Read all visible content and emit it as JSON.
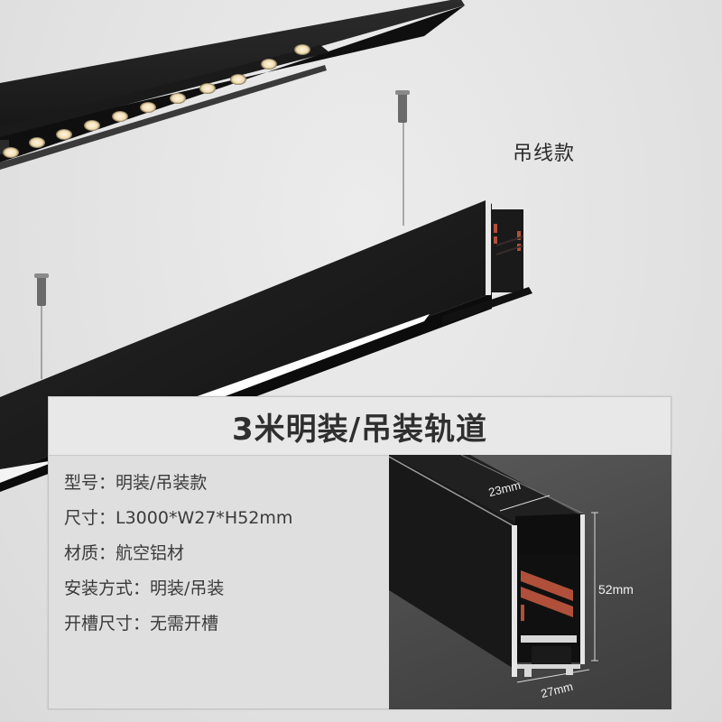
{
  "scene": {
    "variant_label": "吊线款"
  },
  "spec_panel": {
    "title": "3米明装/吊装轨道",
    "specs": [
      {
        "label": "型号",
        "value": "明装/吊装款",
        "text": "型号：明装/吊装款"
      },
      {
        "label": "尺寸",
        "value": "L3000*W27*H52mm",
        "text": "尺寸：L3000*W27*H52mm"
      },
      {
        "label": "材质",
        "value": "航空铝材",
        "text": "材质：航空铝材"
      },
      {
        "label": "安装方式",
        "value": "明装/吊装",
        "text": "安装方式：明装/吊装"
      },
      {
        "label": "开槽尺寸",
        "value": "无需开槽",
        "text": "开槽尺寸：无需开槽"
      }
    ],
    "dimensions": {
      "inner_width": "23mm",
      "height": "52mm",
      "outer_width": "27mm"
    }
  },
  "colors": {
    "background": "#e4e4e4",
    "track_black": "#1c1c1c",
    "panel_bg": "#dfdfdf",
    "copper_rail": "#b0503a",
    "led_warm": "#f3e2c0"
  }
}
